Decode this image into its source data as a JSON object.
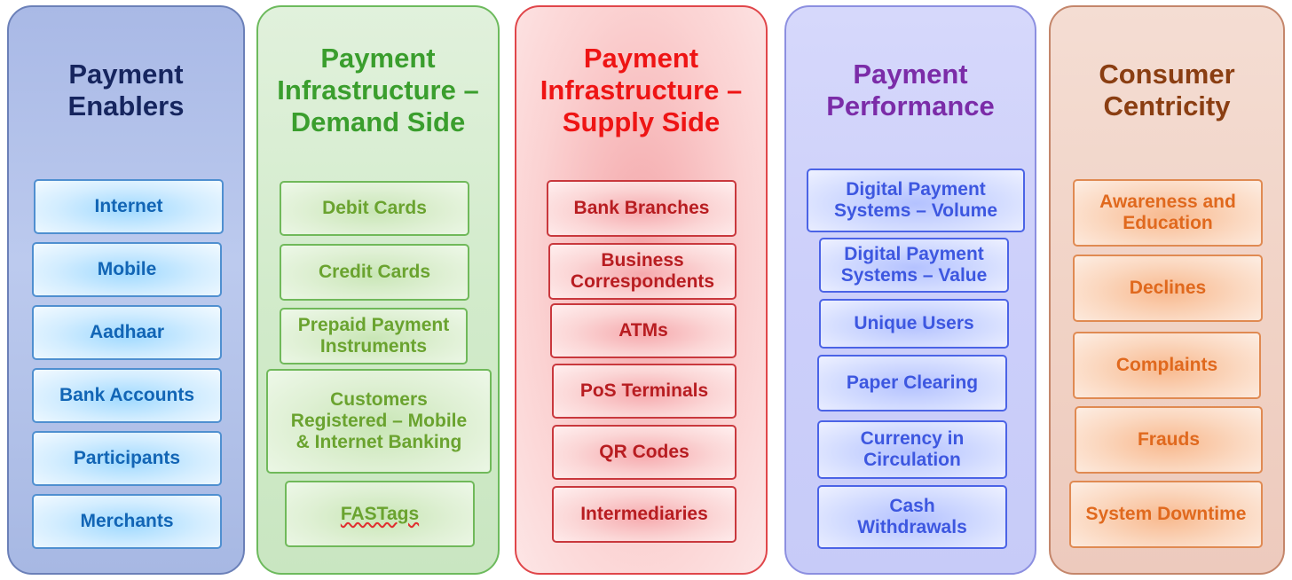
{
  "columns": [
    {
      "title": [
        "Payment",
        "Enablers"
      ],
      "items": [
        [
          "Internet"
        ],
        [
          "Mobile"
        ],
        [
          "Aadhaar"
        ],
        [
          "Bank Accounts"
        ],
        [
          "Participants"
        ],
        [
          "Merchants"
        ]
      ]
    },
    {
      "title": [
        "Payment",
        "Infrastructure –",
        "Demand Side"
      ],
      "items": [
        [
          "Debit Cards"
        ],
        [
          "Credit Cards"
        ],
        [
          "Prepaid Payment",
          "Instruments"
        ],
        [
          "Customers",
          "Registered – Mobile",
          "& Internet Banking"
        ],
        [
          "FASTags"
        ]
      ]
    },
    {
      "title": [
        "Payment",
        "Infrastructure –",
        "Supply Side"
      ],
      "items": [
        [
          "Bank Branches"
        ],
        [
          "Business",
          "Correspondents"
        ],
        [
          "ATMs"
        ],
        [
          "PoS Terminals"
        ],
        [
          "QR Codes"
        ],
        [
          "Intermediaries"
        ]
      ]
    },
    {
      "title": [
        "Payment",
        "Performance"
      ],
      "items": [
        [
          "Digital Payment",
          "Systems – Volume"
        ],
        [
          "Digital Payment",
          "Systems – Value"
        ],
        [
          "Unique Users"
        ],
        [
          "Paper Clearing"
        ],
        [
          "Currency in",
          "Circulation"
        ],
        [
          "Cash",
          "Withdrawals"
        ]
      ]
    },
    {
      "title": [
        "Consumer",
        "Centricity"
      ],
      "items": [
        [
          "Awareness and",
          "Education"
        ],
        [
          "Declines"
        ],
        [
          "Complaints"
        ],
        [
          "Frauds"
        ],
        [
          "System Downtime"
        ]
      ]
    }
  ]
}
